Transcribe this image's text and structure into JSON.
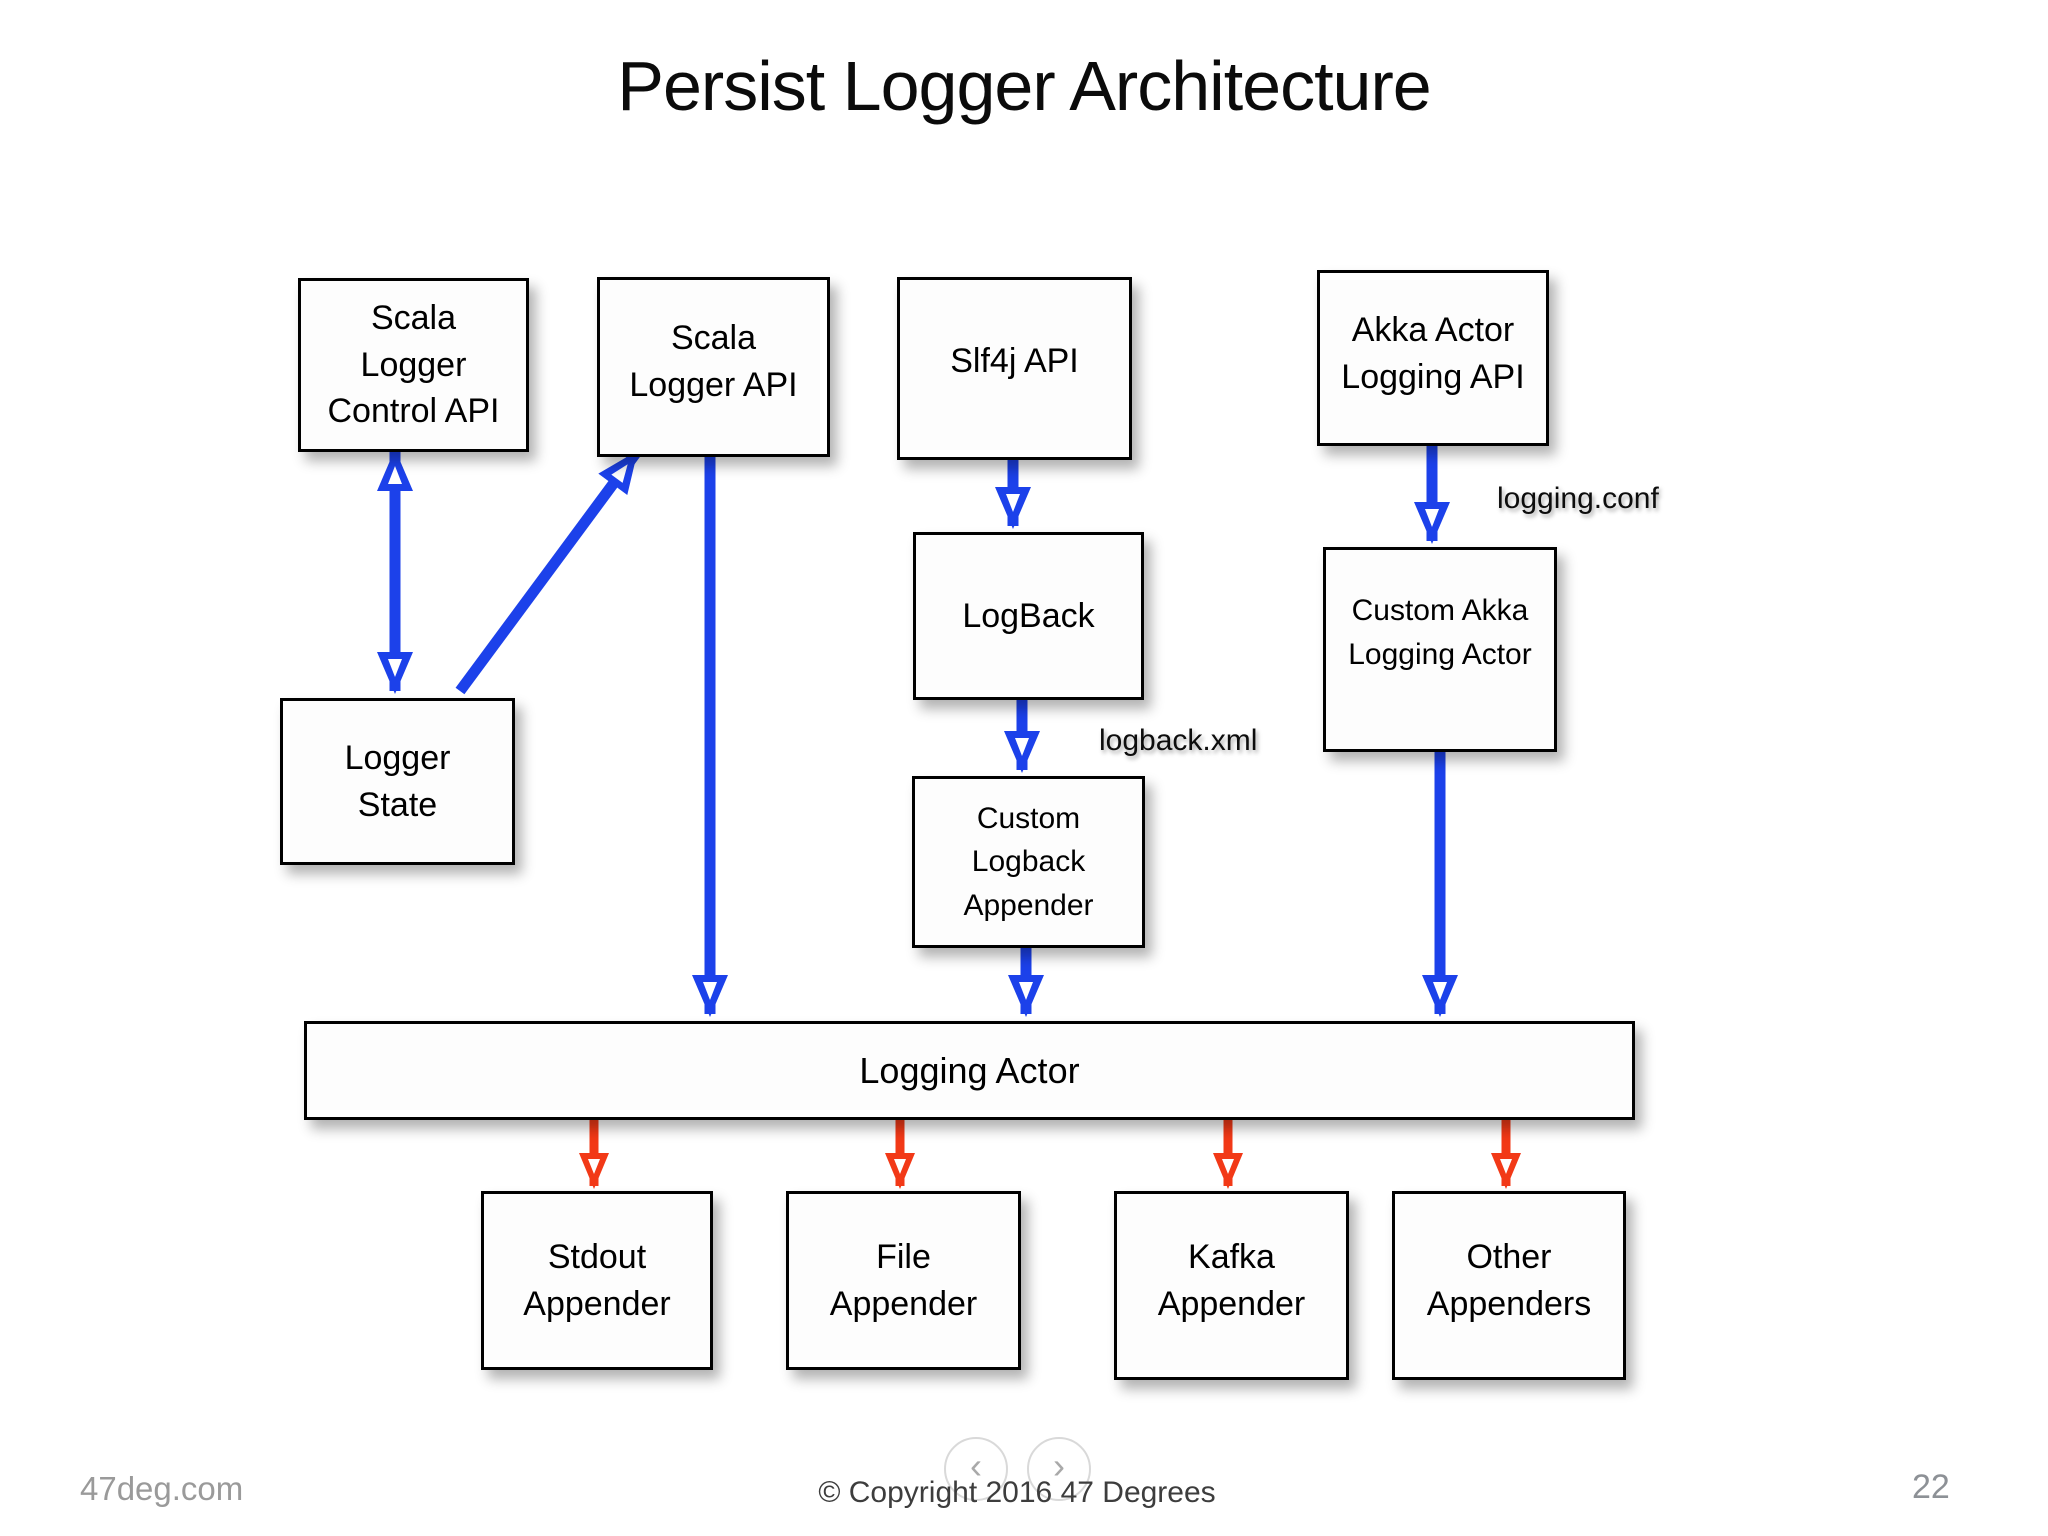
{
  "slide": {
    "title": "Persist Logger Architecture",
    "page_number": "22",
    "footer": {
      "site": "47deg.com",
      "copyright": "© Copyright 2016  47 Degrees"
    }
  },
  "nav": {
    "prev": "‹",
    "next": "›"
  },
  "diagram": {
    "nodes": {
      "scala_logger_control_api": "Scala\nLogger\nControl API",
      "scala_logger_api": "Scala\nLogger API",
      "slf4j_api": "Slf4j API",
      "akka_actor_logging_api": "Akka Actor\nLogging API",
      "logger_state": "Logger\nState",
      "logback": "LogBack",
      "custom_akka_logging_actor": "Custom Akka\nLogging Actor",
      "custom_logback_appender": "Custom\nLogback\nAppender",
      "logging_actor": "Logging Actor",
      "stdout_appender": "Stdout\nAppender",
      "file_appender": "File\nAppender",
      "kafka_appender": "Kafka\nAppender",
      "other_appenders": "Other\nAppenders"
    },
    "labels": {
      "logging_conf": "logging.conf",
      "logback_xml": "logback.xml"
    },
    "colors": {
      "arrow_blue": "#1c41ea",
      "arrow_red": "#f23917"
    },
    "edges": [
      {
        "from": "logger_state",
        "to": "scala_logger_control_api",
        "color": "blue",
        "bidirectional": true
      },
      {
        "from": "logger_state",
        "to": "scala_logger_api",
        "color": "blue"
      },
      {
        "from": "scala_logger_api",
        "to": "logging_actor",
        "color": "blue"
      },
      {
        "from": "slf4j_api",
        "to": "logback",
        "color": "blue"
      },
      {
        "from": "logback",
        "to": "custom_logback_appender",
        "color": "blue",
        "label": "logback.xml"
      },
      {
        "from": "custom_logback_appender",
        "to": "logging_actor",
        "color": "blue"
      },
      {
        "from": "akka_actor_logging_api",
        "to": "custom_akka_logging_actor",
        "color": "blue",
        "label": "logging.conf"
      },
      {
        "from": "custom_akka_logging_actor",
        "to": "logging_actor",
        "color": "blue"
      },
      {
        "from": "logging_actor",
        "to": "stdout_appender",
        "color": "red"
      },
      {
        "from": "logging_actor",
        "to": "file_appender",
        "color": "red"
      },
      {
        "from": "logging_actor",
        "to": "kafka_appender",
        "color": "red"
      },
      {
        "from": "logging_actor",
        "to": "other_appenders",
        "color": "red"
      }
    ]
  }
}
